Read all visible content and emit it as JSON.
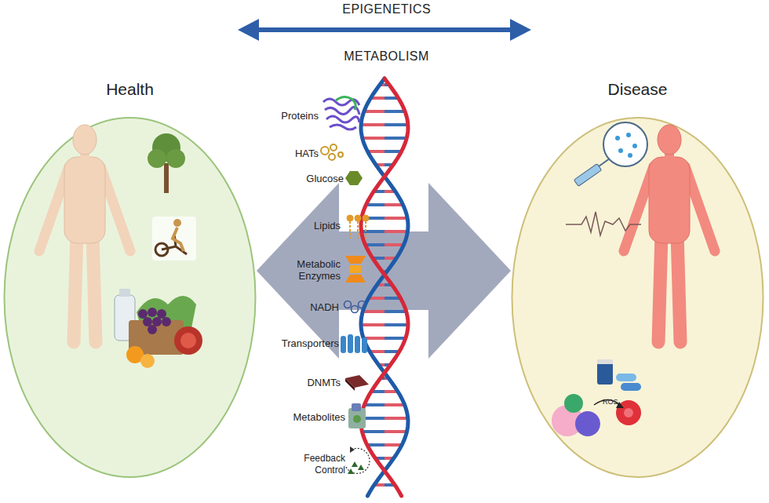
{
  "diagram": {
    "nodes": [
      {
        "text": [
          "Health"
        ]
      },
      {
        "text": [
          "Disease"
        ]
      }
    ],
    "edges": [
      {
        "from": 0,
        "to": 1,
        "arrow": "both"
      }
    ],
    "labels": [
      "EPIGENETICS",
      "METABOLISM",
      "Proteins",
      "HATs",
      "Glucose",
      "Lipids",
      "Metabolic Enzymes",
      "NADH",
      "Transporters",
      "DNMTs",
      "Metabolites",
      "Feedback Control",
      "ROS"
    ]
  }
}
